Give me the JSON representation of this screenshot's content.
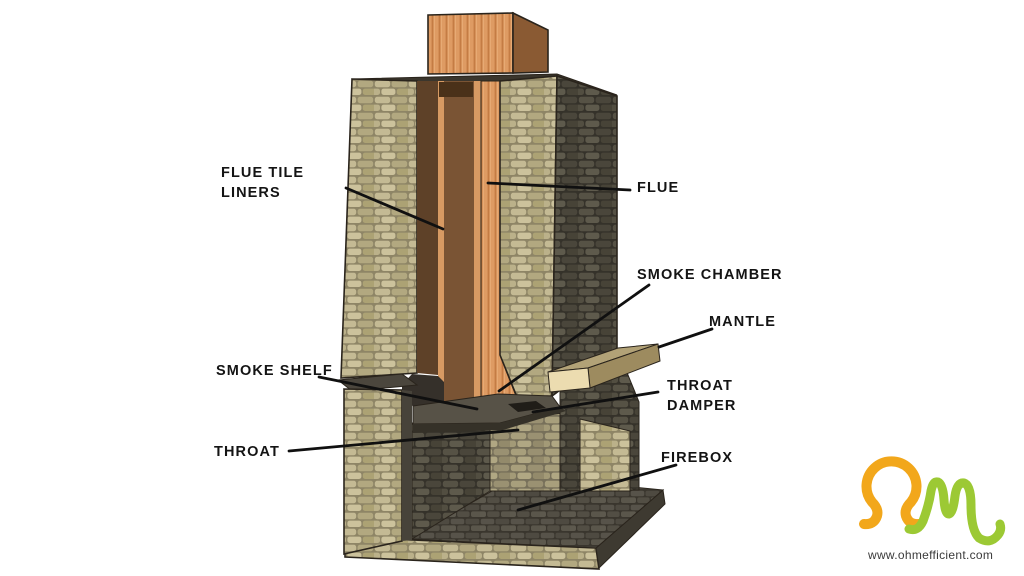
{
  "diagram": {
    "labels": {
      "flue_tile_liners": {
        "line1": "FLUE TILE",
        "line2": "LINERS"
      },
      "flue": "FLUE",
      "smoke_chamber": "SMOKE CHAMBER",
      "mantle": "MANTLE",
      "smoke_shelf": "SMOKE SHELF",
      "throat_damper": {
        "line1": "THROAT",
        "line2": "DAMPER"
      },
      "throat": "THROAT",
      "firebox": "FIREBOX"
    },
    "colors": {
      "flue_tile": "#DE9B63",
      "flue_tile_side": "#8A5A33",
      "flue_interior": "#7A5434",
      "stone_light": "#B5AB87",
      "stone_dark": "#4E4A3F",
      "mantle_wood": "#B2A277",
      "label_text": "#141414",
      "leader_line": "#101010",
      "background": "#FFFFFF"
    }
  },
  "logo": {
    "website": "www.ohmefficient.com",
    "omega_color": "#F2A71B",
    "m_color": "#9CC934",
    "text_color": "#3A3A3A"
  }
}
